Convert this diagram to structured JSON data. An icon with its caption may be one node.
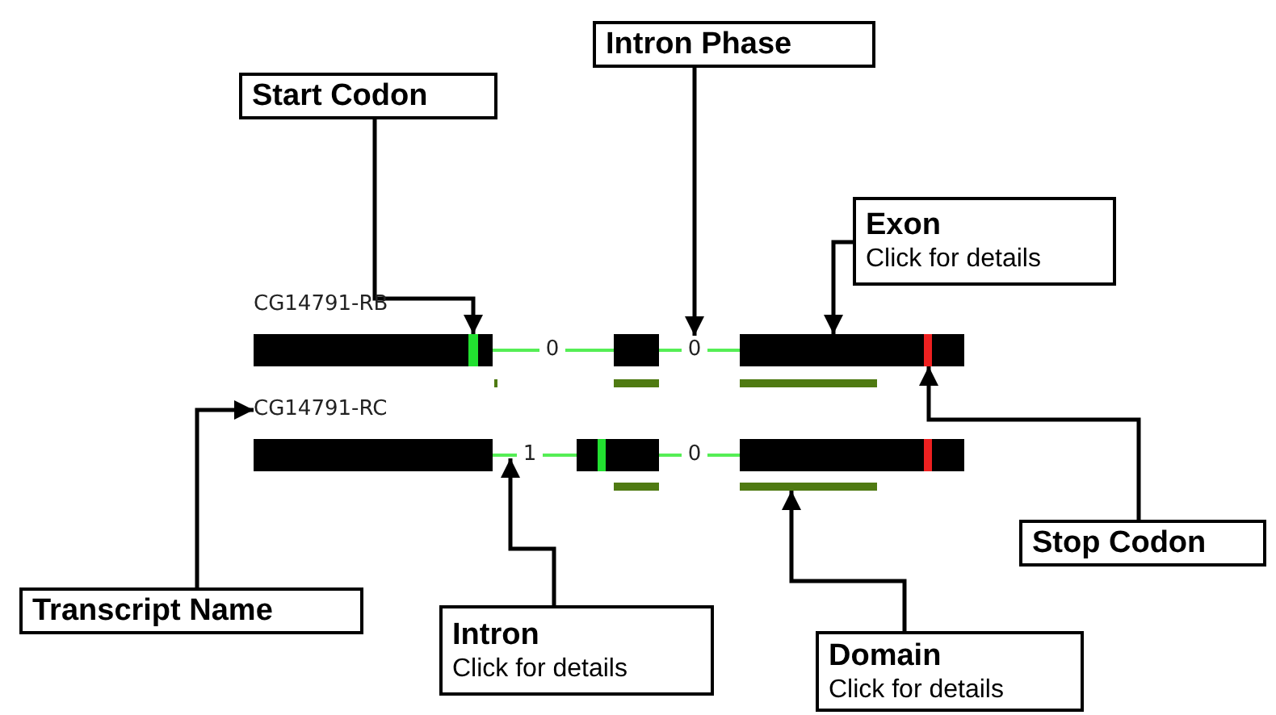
{
  "diagram": {
    "nodes": [
      {
        "text": [
          "Start Codon"
        ]
      },
      {
        "text": [
          "Intron Phase"
        ]
      },
      {
        "text": [
          "Exon",
          "Click for details"
        ]
      },
      {
        "text": [
          "Transcript Name"
        ]
      },
      {
        "text": [
          "Intron",
          "Click for details"
        ]
      },
      {
        "text": [
          "Domain",
          "Click for details"
        ]
      },
      {
        "text": [
          "Stop Codon"
        ]
      },
      {
        "text": [],
        "shape": "bar"
      },
      {
        "text": [
          "0"
        ]
      },
      {
        "text": [],
        "shape": "bar"
      },
      {
        "text": [
          "CG14791-RC"
        ]
      },
      {
        "text": [],
        "shape": "line"
      },
      {
        "text": [],
        "shape": "bar"
      },
      {
        "text": [],
        "shape": "bar",
        "in": 9
      }
    ],
    "edges": [
      {
        "from": 0,
        "to": 7,
        "arrow": "to"
      },
      {
        "from": 1,
        "to": 8,
        "arrow": "to"
      },
      {
        "from": 2,
        "to": 9,
        "arrow": "to"
      },
      {
        "from": 3,
        "to": 10,
        "arrow": "to"
      },
      {
        "from": 4,
        "to": 11,
        "arrow": "to"
      },
      {
        "from": 5,
        "to": 12,
        "arrow": "to"
      },
      {
        "from": 6,
        "to": 13,
        "arrow": "to"
      }
    ],
    "labels": [
      "CG14791-RB",
      "0",
      "1",
      "0"
    ]
  }
}
